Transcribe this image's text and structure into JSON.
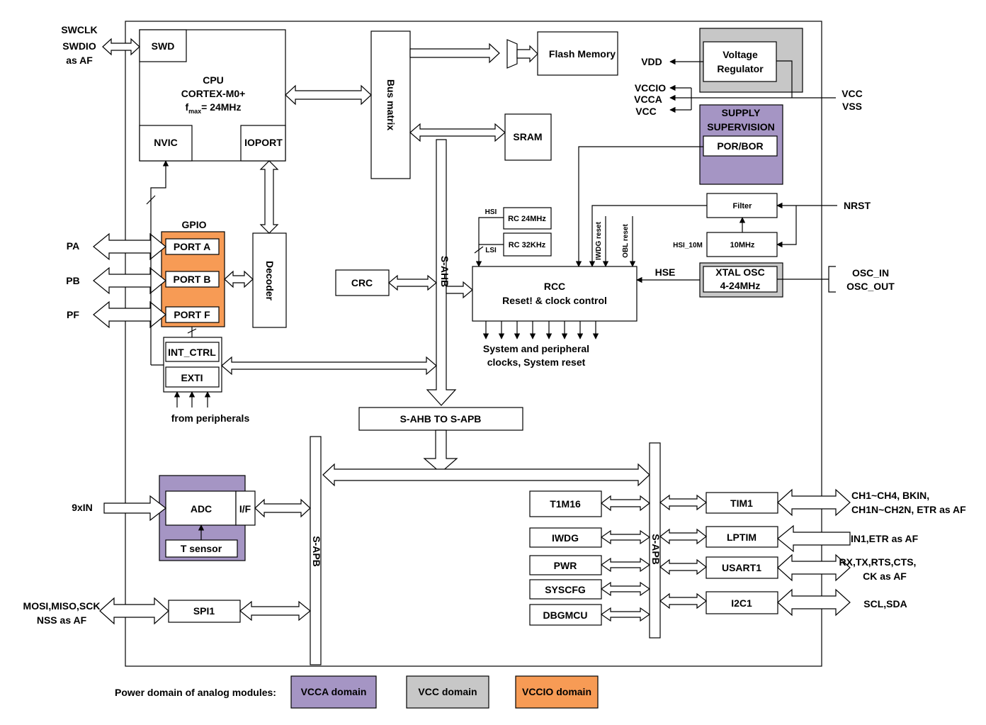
{
  "colors": {
    "vcca": "#a595c4",
    "vcc": "#c7c7c7",
    "vccio": "#f79b55"
  },
  "external": {
    "swd": [
      "SWCLK",
      "SWDIO",
      "as AF"
    ],
    "pa": "PA",
    "pb": "PB",
    "pf": "PF",
    "vdd": "VDD",
    "vcc_group": [
      "VCCIO",
      "VCCA",
      "VCC"
    ],
    "supply": [
      "VCC",
      "VSS"
    ],
    "nrst": "NRST",
    "osc": [
      "OSC_IN",
      "OSC_OUT"
    ],
    "adc_in": "9xIN",
    "spi": [
      "MOSI,MISO,SCK",
      "NSS as AF"
    ],
    "tim1": [
      "CH1~CH4, BKIN,",
      "CH1N~CH2N, ETR  as AF"
    ],
    "lptim": "IN1,ETR as AF",
    "usart": [
      "RX,TX,RTS,CTS,",
      "CK as AF"
    ],
    "i2c": "SCL,SDA"
  },
  "blocks": {
    "swd": "SWD",
    "cpu": [
      "CPU",
      "CORTEX-M0+"
    ],
    "fmax_f": "f",
    "fmax_sub": "max",
    "fmax_val": "= 24MHz",
    "nvic": "NVIC",
    "ioport": "IOPORT",
    "bus_matrix": "Bus matrix",
    "flash": "Flash Memory",
    "sram": "SRAM",
    "voltage_reg": [
      "Voltage",
      "Regulator"
    ],
    "supply_sup": [
      "SUPPLY",
      "SUPERVISION"
    ],
    "por_bor": "POR/BOR",
    "filter": "Filter",
    "osc10": "10MHz",
    "hsi10": "HSI_10M",
    "rc24": "RC 24MHz",
    "rc32": "RC 32KHz",
    "hsi": "HSI",
    "lsi": "LSI",
    "iwdg_reset": "IWDG reset",
    "obl_reset": "OBL reset",
    "hse": "HSE",
    "xtal": [
      "XTAL OSC",
      "4-24MHz"
    ],
    "rcc": [
      "RCC",
      "Reset! & clock control"
    ],
    "rcc_out": [
      "System and peripheral",
      "clocks, System reset"
    ],
    "gpio": "GPIO",
    "port_a": "PORT A",
    "port_b": "PORT B",
    "port_f": "PORT F",
    "decoder": "Decoder",
    "crc": "CRC",
    "s_ahb": "S-AHB",
    "int_ctrl": "INT_CTRL",
    "exti": "EXTI",
    "from_periph": "from peripherals",
    "bridge": "S-AHB TO S-APB",
    "s_apb": "S-APB",
    "adc": "ADC",
    "if": "I/F",
    "tsensor": "T sensor",
    "spi1": "SPI1",
    "tim16": "T1M16",
    "iwdg": "IWDG",
    "pwr": "PWR",
    "syscfg": "SYSCFG",
    "dbgmcu": "DBGMCU",
    "tim1": "TIM1",
    "lptim": "LPTIM",
    "usart1": "USART1",
    "i2c1": "I2C1"
  },
  "legend": {
    "title": "Power domain of analog modules:",
    "vcca": "VCCA domain",
    "vcc": "VCC domain",
    "vccio": "VCCIO domain"
  }
}
